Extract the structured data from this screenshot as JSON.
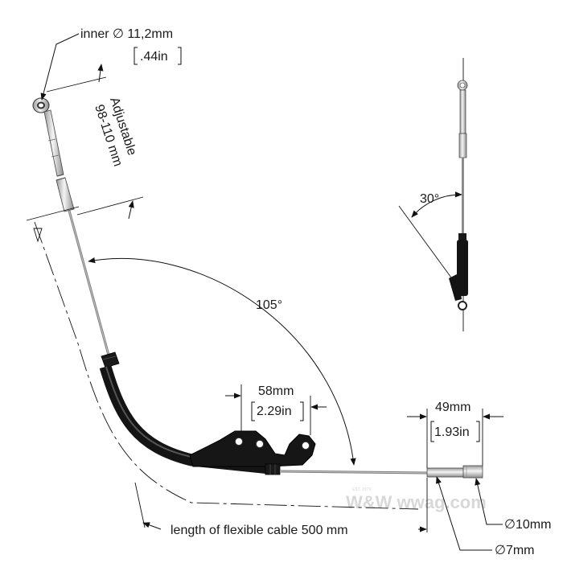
{
  "labels": {
    "inner_diameter": "inner ∅ 11,2mm",
    "inner_diameter_in": ".44in",
    "adjustable_title": "Adjustable",
    "adjustable_range": "98-110 mm",
    "angle_main": "105°",
    "angle_side": "30°",
    "bracket_width": "58mm",
    "bracket_width_in": "2.29in",
    "end_length": "49mm",
    "end_length_in": "1.93in",
    "cable_length": "length of flexible cable 500 mm",
    "outer_diameter": "∅10mm",
    "inner_cable_diameter": "∅7mm"
  },
  "watermark": {
    "text": "W&W    wwag.com",
    "small": "EST. 1979"
  },
  "colors": {
    "line": "#111111",
    "cable": "#8a8a8a",
    "housing": "#141414",
    "chrome": "#d9d9d9",
    "watermark": "#d8d8d8"
  }
}
